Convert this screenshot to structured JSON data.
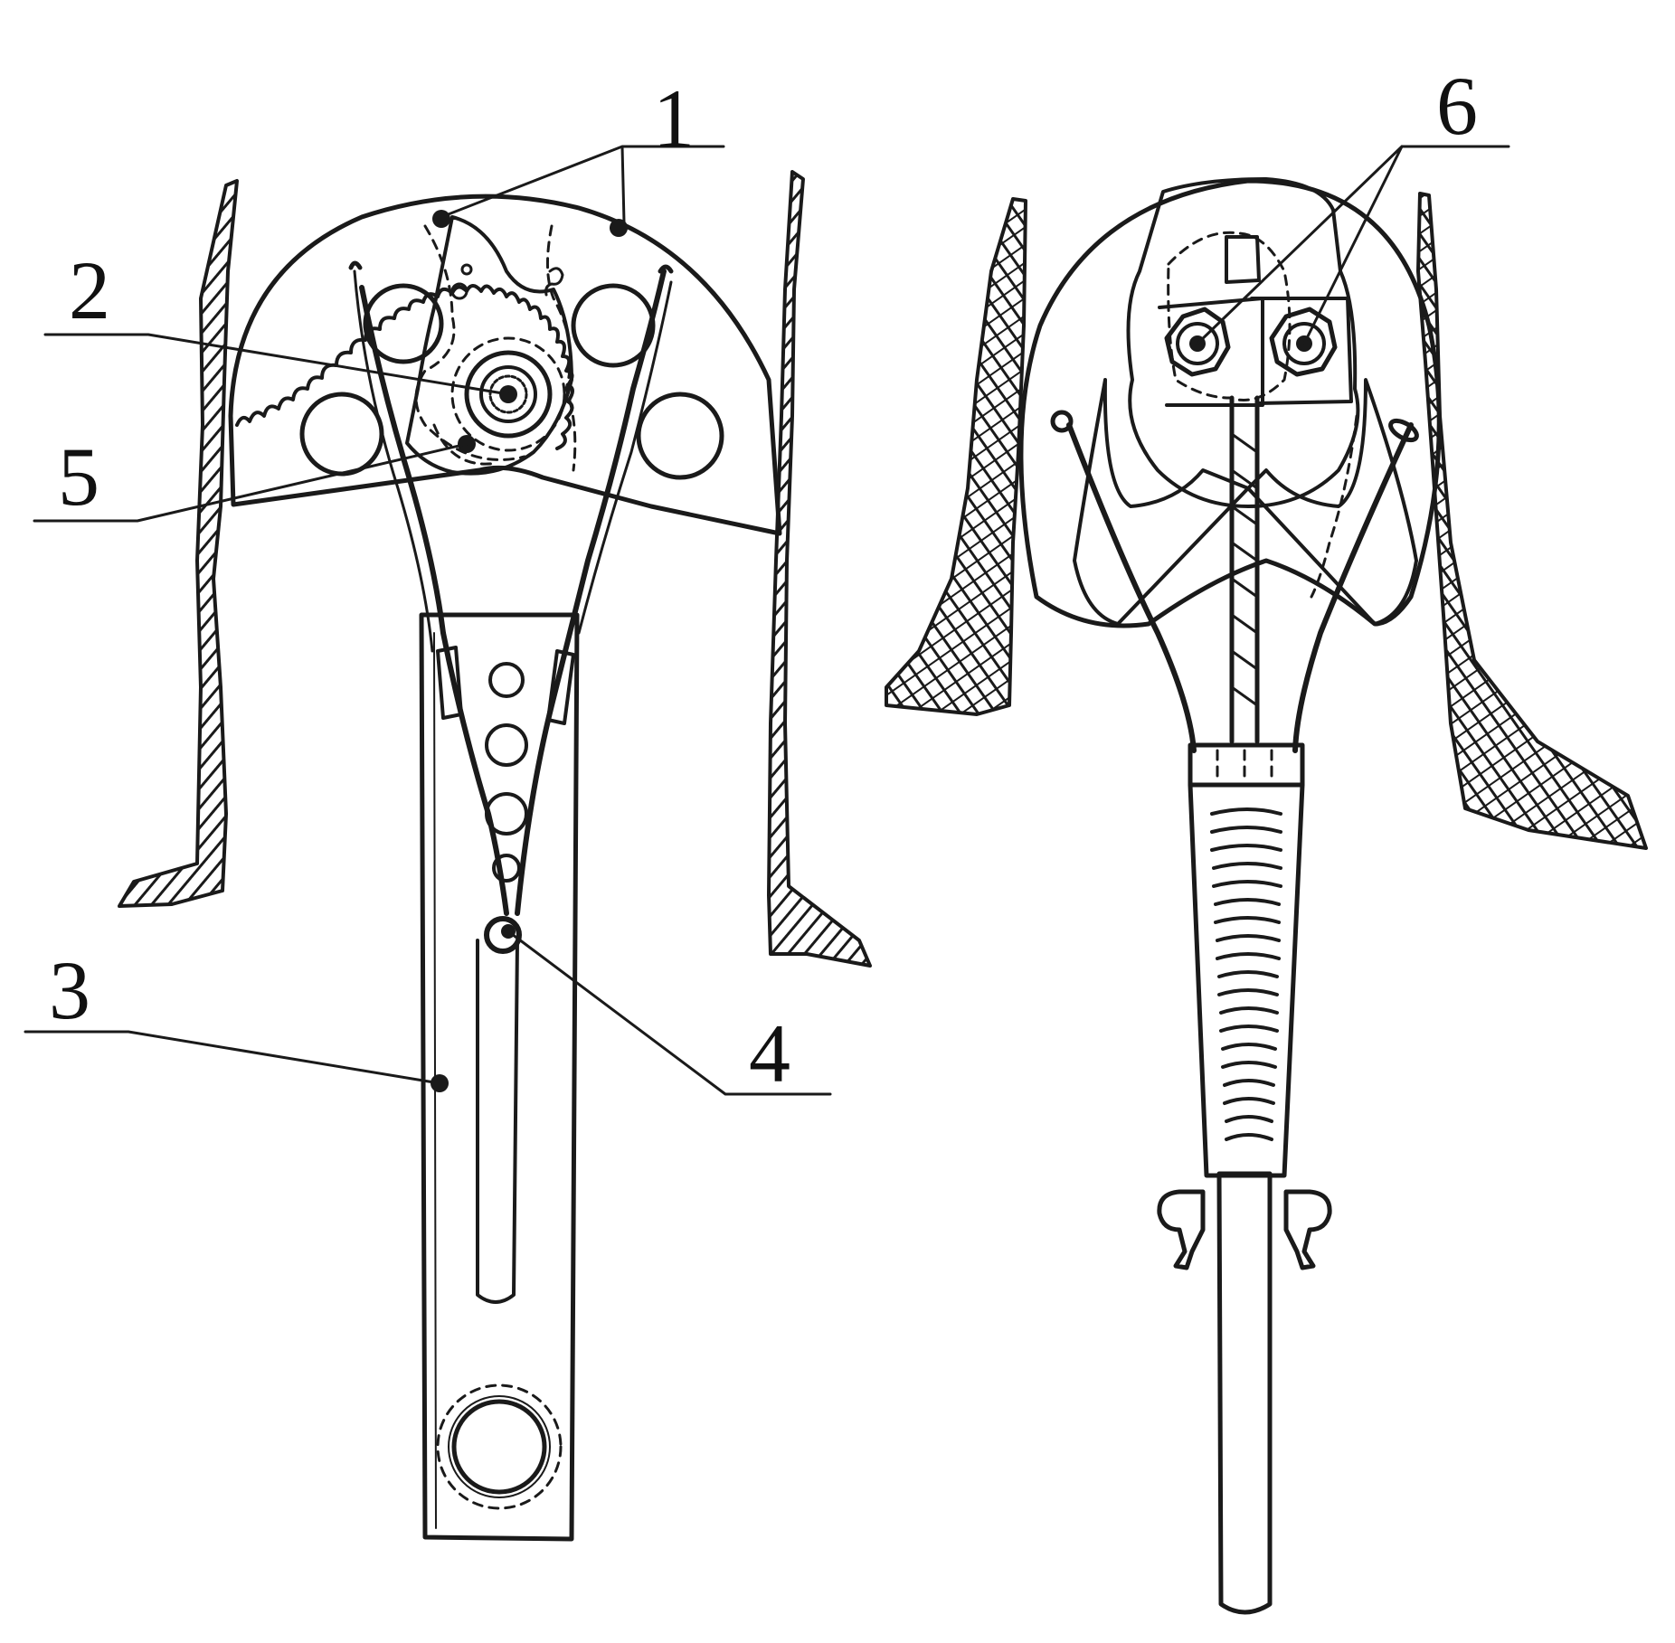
{
  "diagram": {
    "callouts": [
      {
        "id": "1",
        "label": "1"
      },
      {
        "id": "2",
        "label": "2"
      },
      {
        "id": "3",
        "label": "3"
      },
      {
        "id": "4",
        "label": "4"
      },
      {
        "id": "5",
        "label": "5"
      },
      {
        "id": "6",
        "label": "6"
      }
    ],
    "ink_color": "#1a1a1a",
    "background": "#ffffff"
  }
}
